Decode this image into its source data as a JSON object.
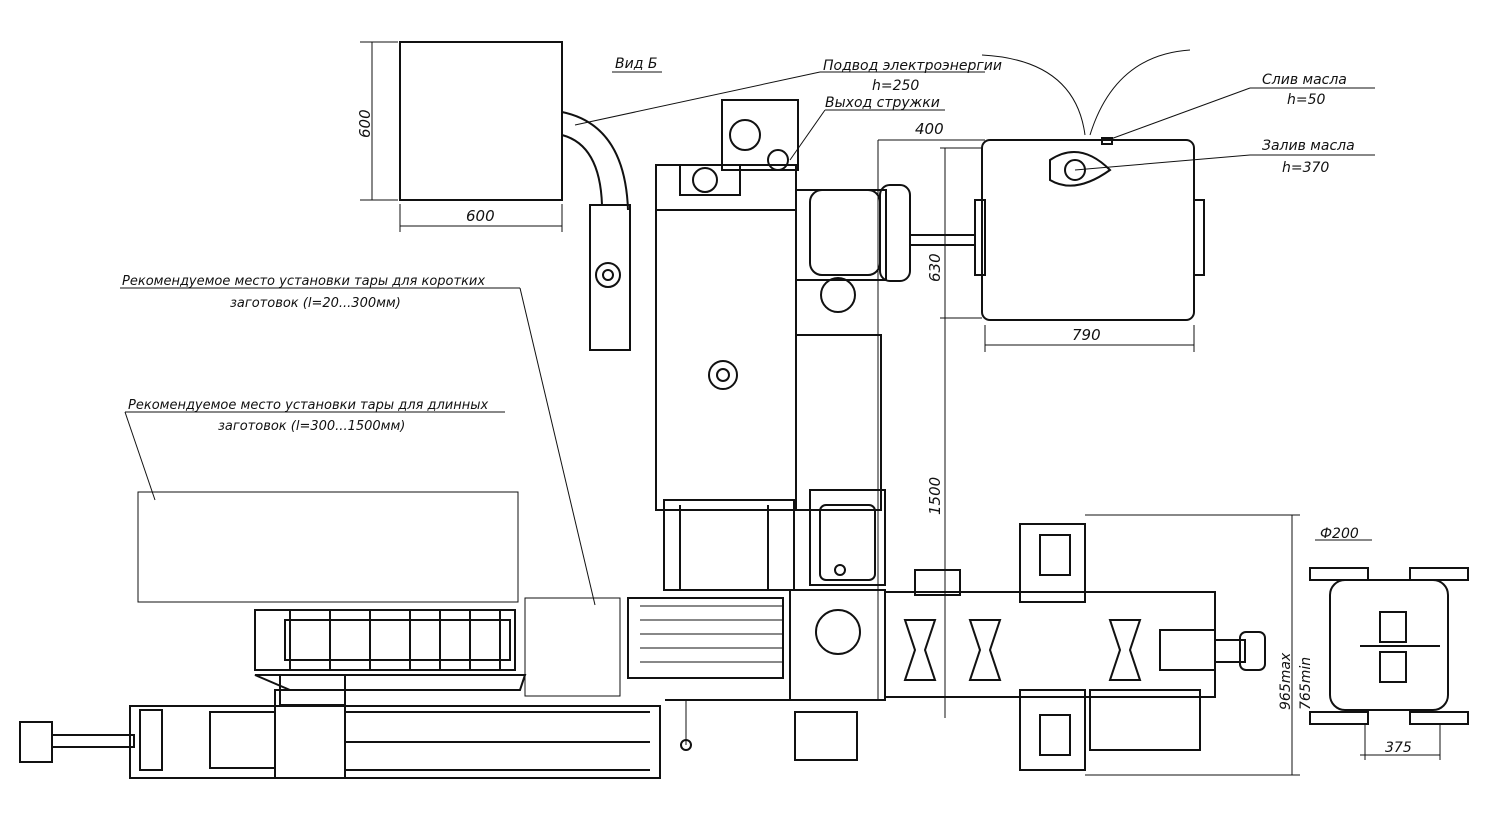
{
  "view_label": "Вид Б",
  "labels": {
    "power": "Подвод электроэнергии",
    "power_h": "h=250",
    "chips": "Выход стружки",
    "oil_drain": "Слив масла",
    "oil_drain_h": "h=50",
    "oil_fill": "Залив масла",
    "oil_fill_h": "h=370",
    "short_container_1": "Рекомендуемое место установки тары для коротких",
    "short_container_2": "заготовок (l=20...300мм)",
    "long_container_1": "Рекомендуемое место установки тары для длинных",
    "long_container_2": "заготовок (l=300...1500мм)"
  },
  "dimensions": {
    "box_height": "600",
    "box_width": "600",
    "d400": "400",
    "d630": "630",
    "d790": "790",
    "d1500": "1500",
    "d200": "Ф200",
    "d965": "965max",
    "d765": "765min",
    "d375": "375"
  }
}
